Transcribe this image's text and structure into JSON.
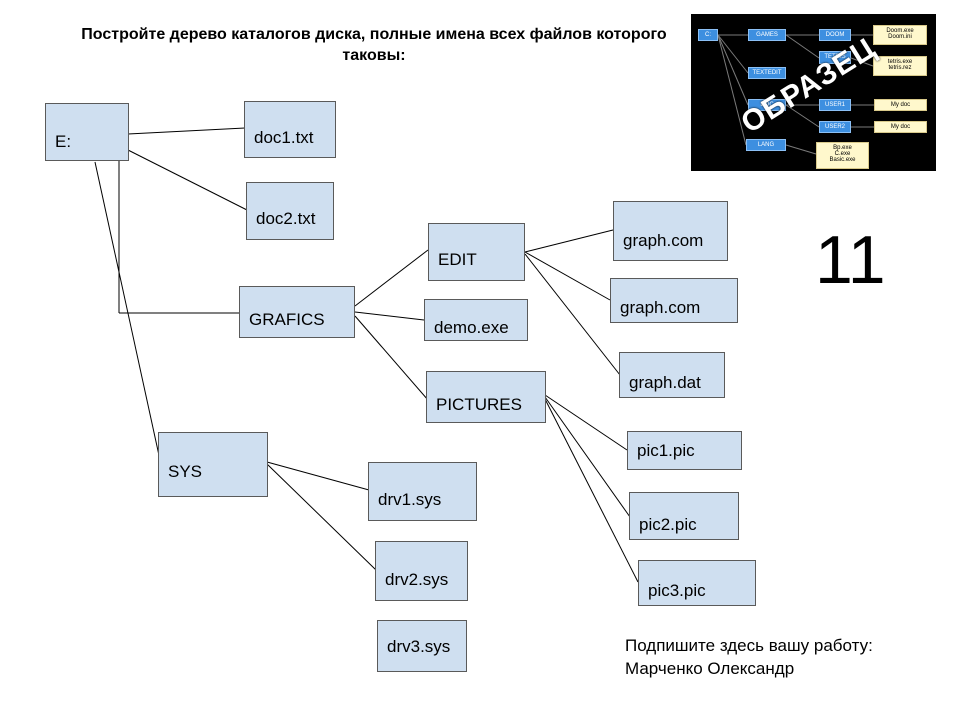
{
  "title": "Постройте дерево каталогов диска, полные имена всех файлов которого таковы:",
  "variant_number": "11",
  "signature": {
    "prompt": "Подпишите здесь вашу работу:",
    "name": "Марченко Олександр"
  },
  "tree": {
    "root": "E:",
    "doc1": "doc1.txt",
    "doc2": "doc2.txt",
    "grafics": "GRAFICS",
    "edit": "EDIT",
    "graph_com_1": "graph.com",
    "graph_com_2": "graph.com",
    "graph_dat": "graph.dat",
    "demo": "demo.exe",
    "pictures": "PICTURES",
    "pic1": "pic1.pic",
    "pic2": "pic2.pic",
    "pic3": "pic3.pic",
    "sys": "SYS",
    "drv1": "drv1.sys",
    "drv2": "drv2.sys",
    "drv3": "drv3.sys"
  },
  "sample": {
    "stamp": "ОБРАЗЕЦ",
    "nodes": {
      "c": "C:",
      "games": "GAMES",
      "doom": "DOOM",
      "tetris": "TETRIS",
      "textedit": "TEXTEDIT",
      "doc": "DOC",
      "user1": "USER1",
      "user2": "USER2",
      "lang": "LANG"
    },
    "files": {
      "doom_1": "Doom.exe",
      "doom_2": "Doom.ini",
      "tetris_1": "tetris.exe",
      "tetris_2": "tetris.rez",
      "mydoc_1": "My doc",
      "mydoc_2": "My doc",
      "lang_1": "Bp.exe",
      "lang_2": "C.exe",
      "lang_3": "Basic.exe"
    }
  }
}
